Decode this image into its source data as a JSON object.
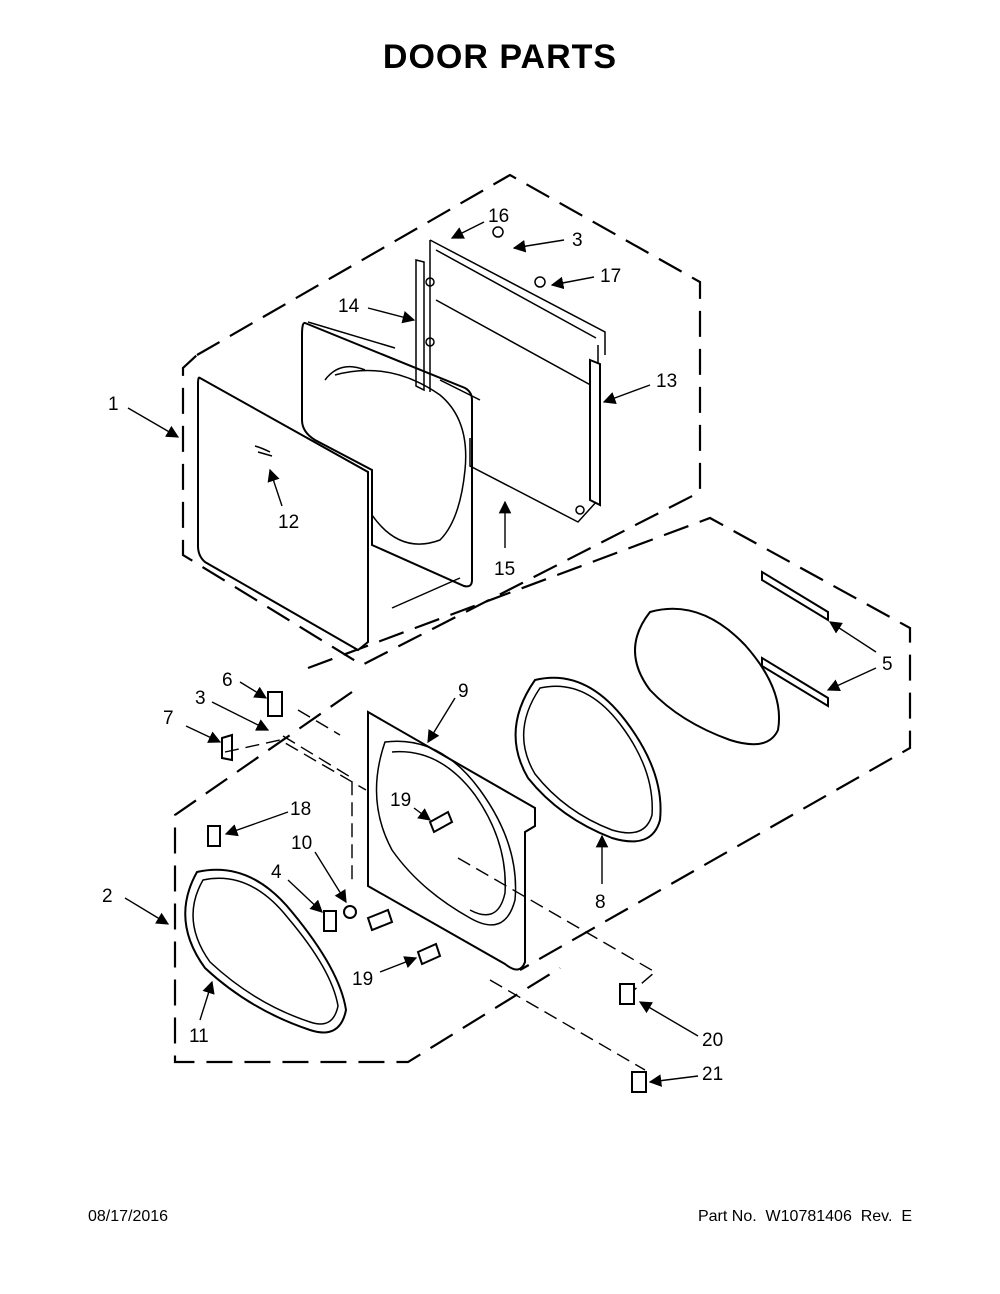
{
  "title": "DOOR PARTS",
  "footer": {
    "date": "08/17/2016",
    "part_number": "Part No.  W10781406  Rev.  E"
  },
  "callouts": {
    "c1": "1",
    "c2": "2",
    "c3a": "3",
    "c3b": "3",
    "c4": "4",
    "c5": "5",
    "c6": "6",
    "c7": "7",
    "c8": "8",
    "c9": "9",
    "c10": "10",
    "c11": "11",
    "c12": "12",
    "c13": "13",
    "c14": "14",
    "c15": "15",
    "c16": "16",
    "c17": "17",
    "c18": "18",
    "c19a": "19",
    "c19b": "19",
    "c20": "20",
    "c21": "21"
  }
}
